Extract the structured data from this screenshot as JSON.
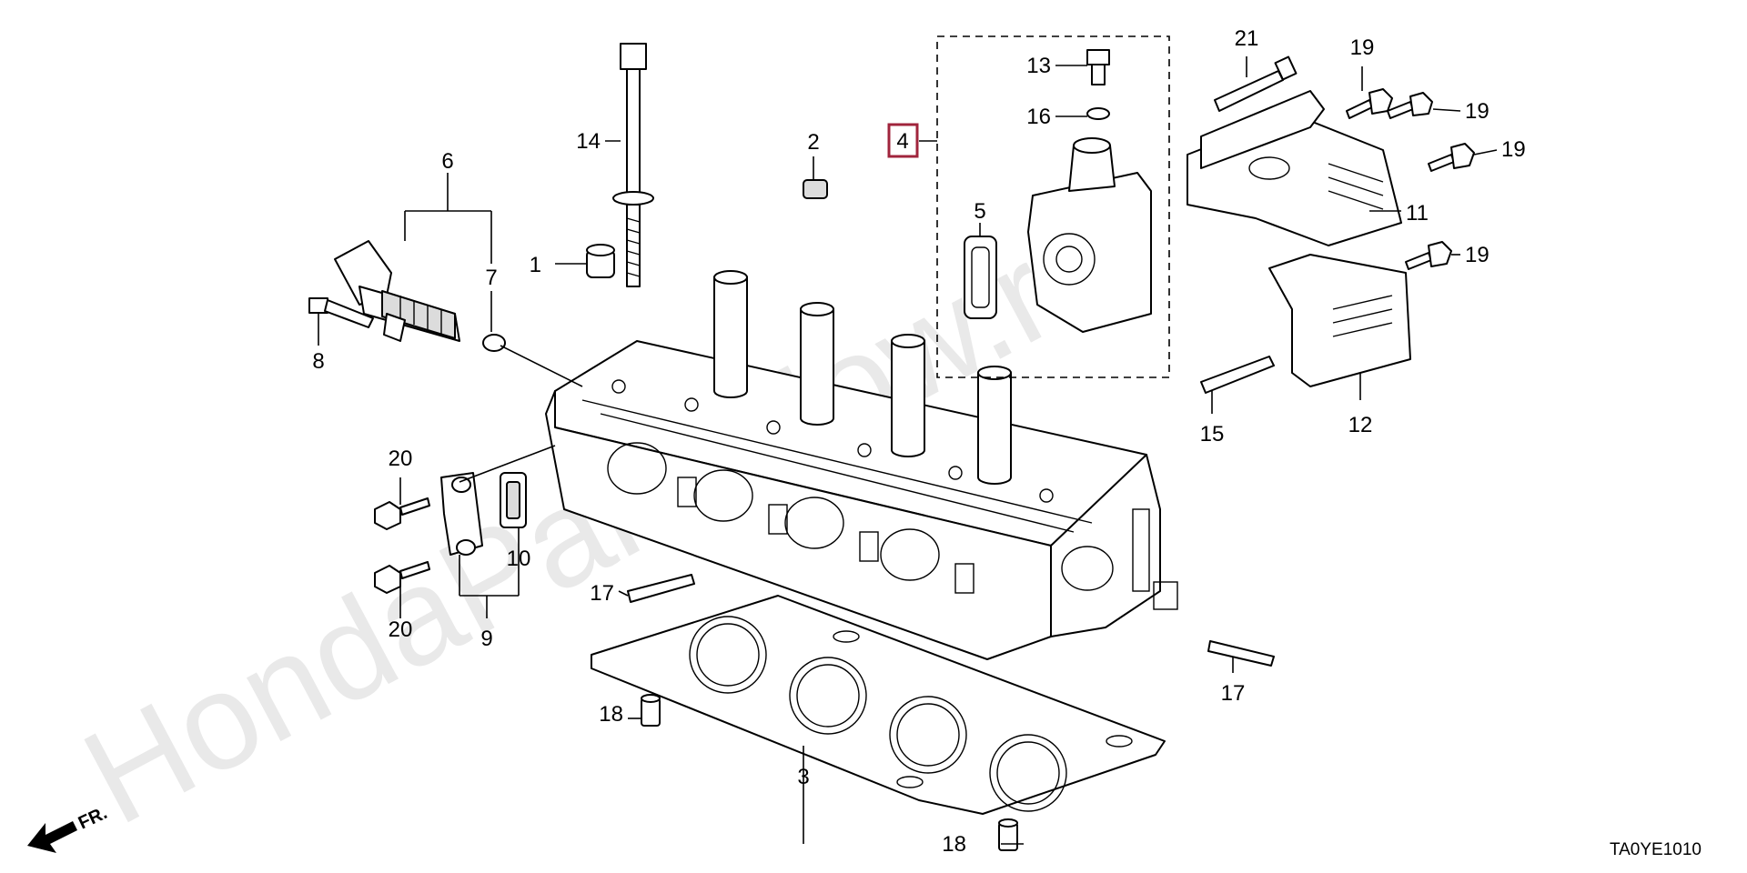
{
  "watermark": "HondaPartsNow.ru",
  "diagram_code": "TA0YE1010",
  "direction_label": "FR.",
  "callouts": [
    {
      "id": "c1",
      "text": "1"
    },
    {
      "id": "c2",
      "text": "2"
    },
    {
      "id": "c3",
      "text": "3"
    },
    {
      "id": "c4",
      "text": "4",
      "highlight": true,
      "color": "#a0243c"
    },
    {
      "id": "c5",
      "text": "5"
    },
    {
      "id": "c6",
      "text": "6"
    },
    {
      "id": "c7",
      "text": "7"
    },
    {
      "id": "c8",
      "text": "8"
    },
    {
      "id": "c9",
      "text": "9"
    },
    {
      "id": "c10",
      "text": "10"
    },
    {
      "id": "c11",
      "text": "11"
    },
    {
      "id": "c12",
      "text": "12"
    },
    {
      "id": "c13",
      "text": "13"
    },
    {
      "id": "c14",
      "text": "14"
    },
    {
      "id": "c15",
      "text": "15"
    },
    {
      "id": "c16",
      "text": "16"
    },
    {
      "id": "c17a",
      "text": "17"
    },
    {
      "id": "c17b",
      "text": "17"
    },
    {
      "id": "c18a",
      "text": "18"
    },
    {
      "id": "c18b",
      "text": "18"
    },
    {
      "id": "c19a",
      "text": "19"
    },
    {
      "id": "c19b",
      "text": "19"
    },
    {
      "id": "c19c",
      "text": "19"
    },
    {
      "id": "c19d",
      "text": "19"
    },
    {
      "id": "c20a",
      "text": "20"
    },
    {
      "id": "c20b",
      "text": "20"
    },
    {
      "id": "c21",
      "text": "21"
    }
  ]
}
